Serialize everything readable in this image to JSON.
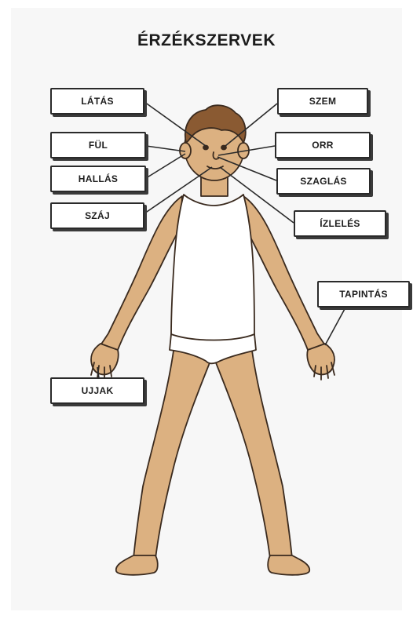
{
  "title": "ÉRZÉKSZERVEK",
  "labels": {
    "latas": "LÁTÁS",
    "ful": "FÜL",
    "hallas": "HALLÁS",
    "szaj": "SZÁJ",
    "ujjak": "UJJAK",
    "szem": "SZEM",
    "orr": "ORR",
    "szaglas": "SZAGLÁS",
    "izleles": "ÍZLELÉS",
    "tapintas": "TAPINTÁS"
  },
  "colors": {
    "skin": "#dcb181",
    "skin_shadow": "#c99a6a",
    "hair": "#8a5a32",
    "outline": "#3a2a1e",
    "shirt": "#ffffff",
    "line": "#2a2a2a"
  }
}
